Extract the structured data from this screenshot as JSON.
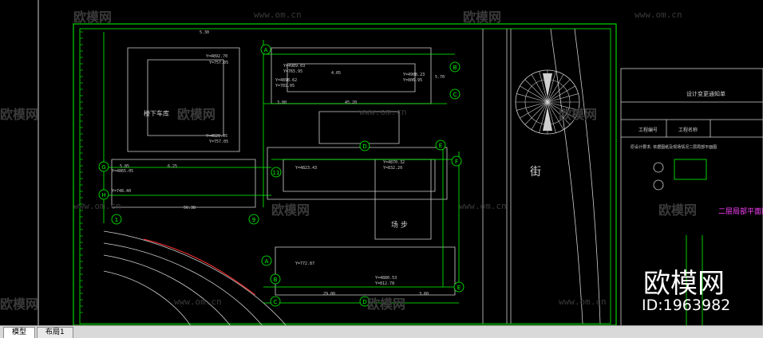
{
  "watermark": {
    "brand": "欧模网",
    "url": "www.om.cn"
  },
  "branding": {
    "large_logo": "欧模网",
    "id_label": "ID:1963982"
  },
  "tabs": [
    {
      "label": "模型",
      "active": true
    },
    {
      "label": "布局1",
      "active": false
    }
  ],
  "drawing": {
    "street_label": "街",
    "area_label": "场 步",
    "building_label_1": "楼下车库",
    "panel_title": "设计变更通知单",
    "panel_row_1": "工程编号",
    "panel_row_2": "工程名称",
    "panel_note_1": "原设计要求, 依据图纸及现场情况二层局部平面图",
    "panel_note_2": "二层局部平面图",
    "grid_labels": [
      "A",
      "B",
      "C",
      "D",
      "E",
      "F",
      "G",
      "H",
      "1",
      "9",
      "11"
    ],
    "coords": [
      "Y=4892.70",
      "Y=757.05",
      "Y=4989.03",
      "Y=765.95",
      "Y=4898.62",
      "Y=781.05",
      "Y=4908.23",
      "Y=806.95",
      "Y=4820.05",
      "Y=757.05",
      "Y=4870.32",
      "Y=832.20",
      "Y=4865.05",
      "Y=748.40",
      "Y=4823.43",
      "Y=772.87",
      "Y=4880.53",
      "Y=812.78"
    ],
    "dims": [
      "5.30",
      "5.85",
      "6.25",
      "4.05",
      "3.00",
      "5.70",
      "45.20",
      "56.38",
      "29.00",
      "3.60"
    ],
    "colors": {
      "frame": "#00ff00",
      "building": "#d0d0d0",
      "grid": "#00ff00",
      "dimension": "#00ff00",
      "road": "#d0d0d0",
      "redline": "#ff3030",
      "magenta": "#ff40ff"
    }
  }
}
